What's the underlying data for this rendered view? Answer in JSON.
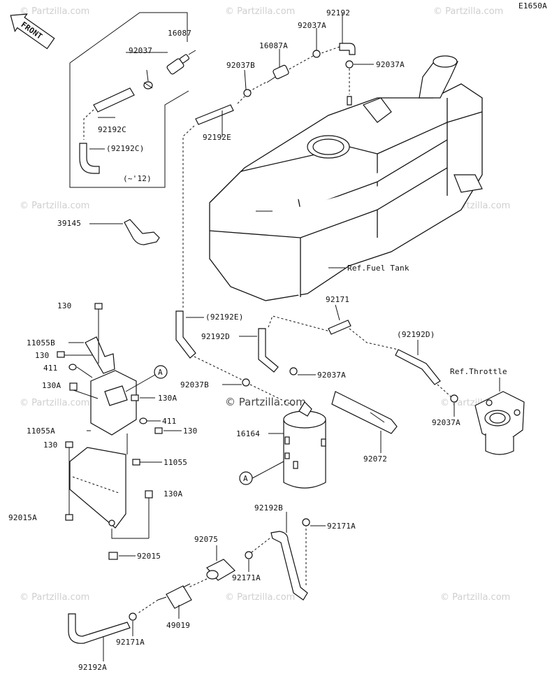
{
  "diagram_code": "E1650A",
  "front_label": "FRONT",
  "watermark": "© Partzilla.com",
  "watermark_center": "© Partzilla.com",
  "callout_letter": "A",
  "labels": {
    "p92192": "92192",
    "p92037A_top": "92037A",
    "p16087": "16087",
    "p92037_top": "92037",
    "p16087A": "16087A",
    "p92037A_right": "92037A",
    "p92037B_top": "92037B",
    "p92192C": "92192C",
    "p92192C_paren": "(92192C)",
    "p12": "(~'12)",
    "p92192E": "92192E",
    "p39145": "39145",
    "ref_tank": "Ref.Fuel Tank",
    "p92192E_paren": "(92192E)",
    "p92171": "92171",
    "p130_a": "130",
    "p11055B": "11055B",
    "p130_b": "130",
    "p411_a": "411",
    "p92192D": "92192D",
    "p92192D_paren": "(92192D)",
    "ref_throttle": "Ref.Throttle",
    "p92037A_mid": "92037A",
    "p130A_a": "130A",
    "p92037B_mid": "92037B",
    "p130A_b": "130A",
    "p11055A": "11055A",
    "p411_b": "411",
    "p130_c": "130",
    "p92037A_thr": "92037A",
    "p16164": "16164",
    "p130_d": "130",
    "p11055": "11055",
    "p92072": "92072",
    "p130A_c": "130A",
    "p92192B": "92192B",
    "p92015A": "92015A",
    "p92171A_a": "92171A",
    "p92075": "92075",
    "p92015": "92015",
    "p92171A_b": "92171A",
    "p49019": "49019",
    "p92171A_c": "92171A",
    "p92192A": "92192A"
  }
}
